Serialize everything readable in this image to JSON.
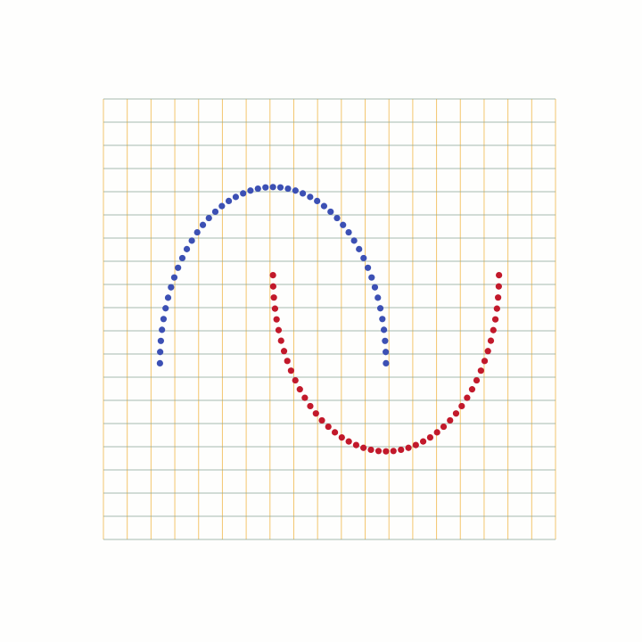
{
  "chart_data": {
    "type": "scatter",
    "title": "",
    "xlabel": "",
    "ylabel": "",
    "xlim": [
      -1.5,
      2.5
    ],
    "ylim": [
      -1.0,
      1.5
    ],
    "grid": true,
    "legend": "none",
    "colors": {
      "background": "#fefefd",
      "vertical_grid": "#f3c66e",
      "horizontal_grid": "#8aa394",
      "series_1": "#3c50b4",
      "series_2": "#c2192b"
    },
    "series": [
      {
        "color": "#3c50b4",
        "points": [
          [
            -1.0,
            0.0
          ],
          [
            -0.998,
            0.064
          ],
          [
            -0.992,
            0.127
          ],
          [
            -0.982,
            0.19
          ],
          [
            -0.968,
            0.251
          ],
          [
            -0.95,
            0.312
          ],
          [
            -0.928,
            0.372
          ],
          [
            -0.902,
            0.431
          ],
          [
            -0.873,
            0.487
          ],
          [
            -0.84,
            0.542
          ],
          [
            -0.802,
            0.597
          ],
          [
            -0.762,
            0.648
          ],
          [
            -0.718,
            0.696
          ],
          [
            -0.67,
            0.743
          ],
          [
            -0.62,
            0.785
          ],
          [
            -0.567,
            0.824
          ],
          [
            -0.51,
            0.86
          ],
          [
            -0.452,
            0.892
          ],
          [
            -0.391,
            0.921
          ],
          [
            -0.329,
            0.944
          ],
          [
            -0.264,
            0.964
          ],
          [
            -0.199,
            0.98
          ],
          [
            -0.133,
            0.991
          ],
          [
            -0.066,
            0.998
          ],
          [
            0.0,
            1.0
          ],
          [
            0.066,
            0.998
          ],
          [
            0.133,
            0.991
          ],
          [
            0.199,
            0.98
          ],
          [
            0.264,
            0.964
          ],
          [
            0.329,
            0.944
          ],
          [
            0.391,
            0.921
          ],
          [
            0.452,
            0.892
          ],
          [
            0.51,
            0.86
          ],
          [
            0.567,
            0.824
          ],
          [
            0.62,
            0.785
          ],
          [
            0.67,
            0.743
          ],
          [
            0.718,
            0.696
          ],
          [
            0.762,
            0.648
          ],
          [
            0.802,
            0.597
          ],
          [
            0.84,
            0.542
          ],
          [
            0.873,
            0.487
          ],
          [
            0.902,
            0.431
          ],
          [
            0.928,
            0.372
          ],
          [
            0.95,
            0.312
          ],
          [
            0.968,
            0.251
          ],
          [
            0.982,
            0.19
          ],
          [
            0.992,
            0.127
          ],
          [
            0.998,
            0.064
          ],
          [
            1.0,
            0.0
          ]
        ]
      },
      {
        "color": "#c2192b",
        "points": [
          [
            0.0,
            0.5
          ],
          [
            0.002,
            0.436
          ],
          [
            0.008,
            0.373
          ],
          [
            0.018,
            0.31
          ],
          [
            0.032,
            0.249
          ],
          [
            0.05,
            0.188
          ],
          [
            0.072,
            0.128
          ],
          [
            0.098,
            0.069
          ],
          [
            0.127,
            0.013
          ],
          [
            0.16,
            -0.042
          ],
          [
            0.198,
            -0.097
          ],
          [
            0.238,
            -0.148
          ],
          [
            0.282,
            -0.196
          ],
          [
            0.33,
            -0.243
          ],
          [
            0.38,
            -0.285
          ],
          [
            0.433,
            -0.324
          ],
          [
            0.49,
            -0.36
          ],
          [
            0.548,
            -0.392
          ],
          [
            0.609,
            -0.421
          ],
          [
            0.671,
            -0.444
          ],
          [
            0.736,
            -0.464
          ],
          [
            0.801,
            -0.48
          ],
          [
            0.867,
            -0.491
          ],
          [
            0.934,
            -0.498
          ],
          [
            1.0,
            -0.5
          ],
          [
            1.066,
            -0.498
          ],
          [
            1.133,
            -0.491
          ],
          [
            1.199,
            -0.48
          ],
          [
            1.264,
            -0.464
          ],
          [
            1.329,
            -0.444
          ],
          [
            1.391,
            -0.421
          ],
          [
            1.452,
            -0.392
          ],
          [
            1.51,
            -0.36
          ],
          [
            1.567,
            -0.324
          ],
          [
            1.62,
            -0.285
          ],
          [
            1.67,
            -0.243
          ],
          [
            1.718,
            -0.196
          ],
          [
            1.762,
            -0.148
          ],
          [
            1.802,
            -0.097
          ],
          [
            1.84,
            -0.042
          ],
          [
            1.873,
            0.013
          ],
          [
            1.902,
            0.069
          ],
          [
            1.928,
            0.128
          ],
          [
            1.95,
            0.188
          ],
          [
            1.968,
            0.249
          ],
          [
            1.982,
            0.31
          ],
          [
            1.992,
            0.373
          ],
          [
            1.998,
            0.436
          ],
          [
            2.0,
            0.5
          ]
        ]
      }
    ]
  }
}
